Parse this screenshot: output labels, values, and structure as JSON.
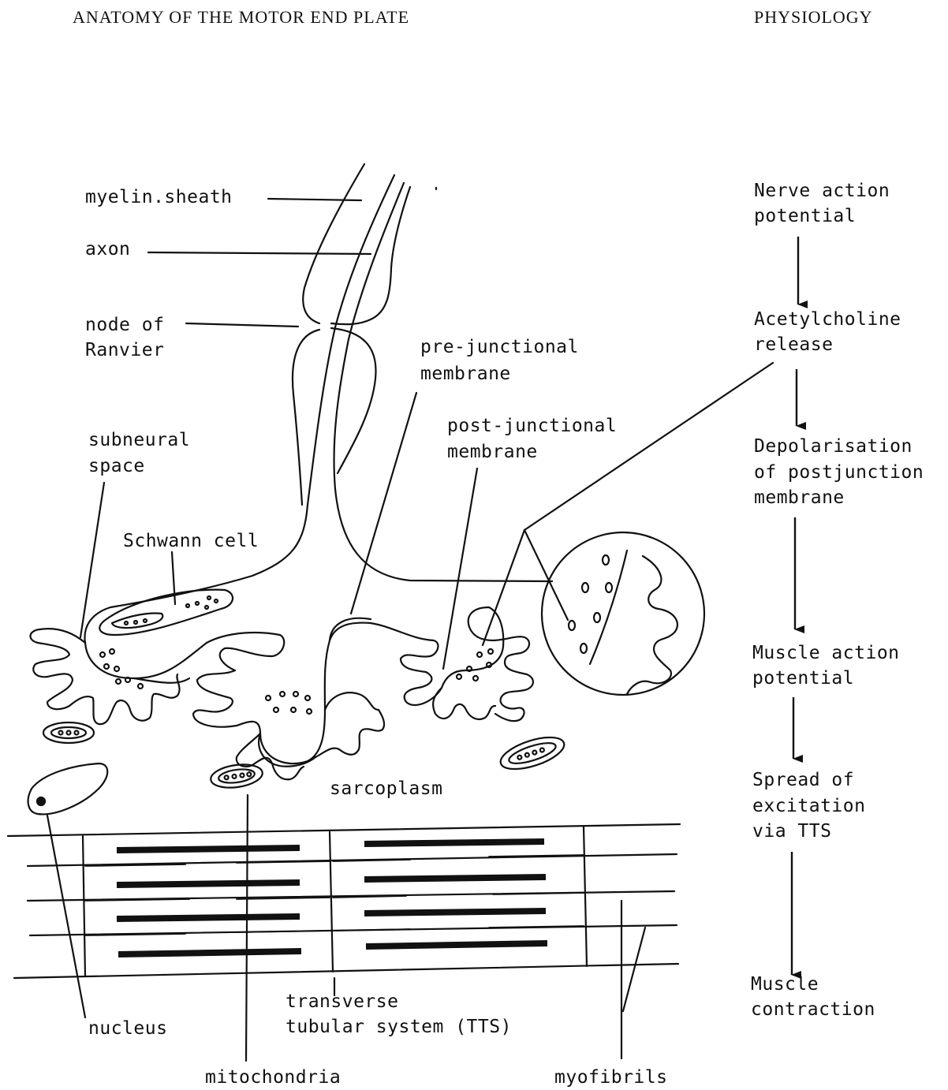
{
  "titles": {
    "anatomy": "ANATOMY OF THE MOTOR END PLATE",
    "physiology": "PHYSIOLOGY"
  },
  "labels": {
    "myelin_sheath": "myelin.sheath",
    "axon": "axon",
    "node_line1": "node of",
    "node_line2": "Ranvier",
    "pre_line1": "pre-junctional",
    "pre_line2": "membrane",
    "post_line1": "post-junctional",
    "post_line2": "membrane",
    "subneural_line1": "subneural",
    "subneural_line2": "space",
    "schwann": "Schwann cell",
    "sarcoplasm": "sarcoplasm",
    "transverse_line1": "transverse",
    "transverse_line2": "tubular system (TTS)",
    "nucleus": "nucleus",
    "mitochondria": "mitochondria",
    "myofibrils": "myofibrils"
  },
  "physiology_steps": [
    [
      "Nerve action",
      "potential"
    ],
    [
      "Acetylcholine",
      "release"
    ],
    [
      "Depolarisation",
      "of postjunction",
      "membrane"
    ],
    [
      "Muscle action",
      "potential"
    ],
    [
      "Spread of",
      "excitation",
      "via TTS"
    ],
    [
      "Muscle",
      "contraction"
    ]
  ]
}
